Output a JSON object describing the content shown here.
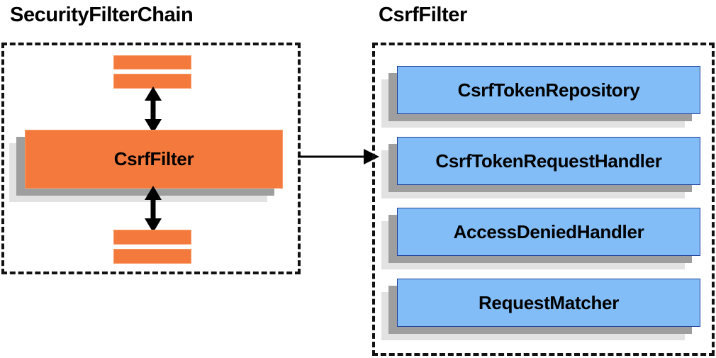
{
  "diagram": {
    "title_left": "SecurityFilterChain",
    "title_right": "CsrfFilter",
    "colors": {
      "orange_fill": "#f4793c",
      "orange_border": "#f79a66",
      "blue_fill": "#82bdf7",
      "blue_border": "#20409a",
      "shadow_mid": "#9e9e9e",
      "shadow_back": "#e2e2e2",
      "outline": "#111111",
      "background": "#ffffff"
    }
  },
  "security_filter_chain": {
    "container_label": "SecurityFilterChain",
    "main_filter": {
      "label": "CsrfFilter"
    },
    "filters_above": [
      {
        "label": ""
      },
      {
        "label": ""
      }
    ],
    "filters_below": [
      {
        "label": ""
      },
      {
        "label": ""
      }
    ],
    "arrows": [
      {
        "name": "arrow-up-down-top",
        "kind": "double-vertical"
      },
      {
        "name": "arrow-up-down-bottom",
        "kind": "double-vertical"
      }
    ]
  },
  "link_arrow": {
    "name": "arrow-right-link",
    "kind": "single-right",
    "from": "CsrfFilter",
    "to": "CsrfFilter collaborators"
  },
  "csrf_filter": {
    "container_label": "CsrfFilter",
    "collaborators": [
      {
        "label": "CsrfTokenRepository"
      },
      {
        "label": "CsrfTokenRequestHandler"
      },
      {
        "label": "AccessDeniedHandler"
      },
      {
        "label": "RequestMatcher"
      }
    ]
  },
  "chart_data": {
    "type": "diagram",
    "title": "Spring Security CsrfFilter collaboration diagram",
    "nodes": [
      {
        "id": "securityfilterchain",
        "label": "SecurityFilterChain",
        "kind": "container",
        "style": "dashed"
      },
      {
        "id": "csrffilter-main",
        "label": "CsrfFilter",
        "kind": "box",
        "color": "#f4793c"
      },
      {
        "id": "filter-above-1",
        "label": "",
        "kind": "bar",
        "color": "#f4793c"
      },
      {
        "id": "filter-above-2",
        "label": "",
        "kind": "bar",
        "color": "#f4793c"
      },
      {
        "id": "filter-below-1",
        "label": "",
        "kind": "bar",
        "color": "#f4793c"
      },
      {
        "id": "filter-below-2",
        "label": "",
        "kind": "bar",
        "color": "#f4793c"
      },
      {
        "id": "csrffilter-container",
        "label": "CsrfFilter",
        "kind": "container",
        "style": "dashed"
      },
      {
        "id": "csrftokenrepository",
        "label": "CsrfTokenRepository",
        "kind": "box",
        "color": "#82bdf7"
      },
      {
        "id": "csrftokenrequesthandler",
        "label": "CsrfTokenRequestHandler",
        "kind": "box",
        "color": "#82bdf7"
      },
      {
        "id": "accessdeniedhandler",
        "label": "AccessDeniedHandler",
        "kind": "box",
        "color": "#82bdf7"
      },
      {
        "id": "requestmatcher",
        "label": "RequestMatcher",
        "kind": "box",
        "color": "#82bdf7"
      }
    ],
    "edges": [
      {
        "from": "filter-above-2",
        "to": "csrffilter-main",
        "kind": "double-arrow"
      },
      {
        "from": "csrffilter-main",
        "to": "filter-below-1",
        "kind": "double-arrow"
      },
      {
        "from": "csrffilter-main",
        "to": "csrffilter-container",
        "kind": "arrow"
      }
    ]
  }
}
